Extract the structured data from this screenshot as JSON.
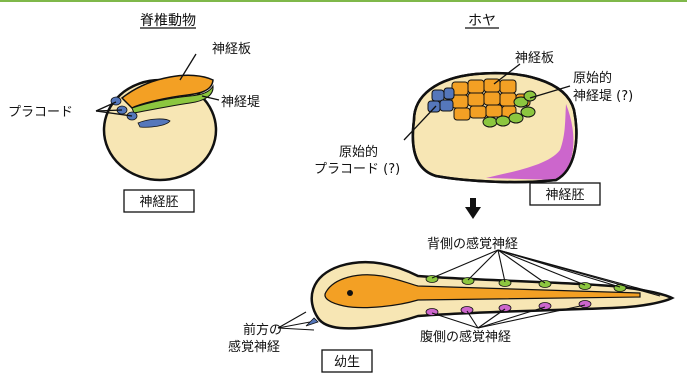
{
  "vertebrate": {
    "title": "脊椎動物",
    "neural_plate": "神経板",
    "neural_crest": "神経堤",
    "placode": "プラコード",
    "box": "神経胚"
  },
  "ascidian": {
    "title": "ホヤ",
    "neural_plate": "神経板",
    "proto_crest_line1": "原始的",
    "proto_crest_line2": "神経堤 (?)",
    "proto_placode_line1": "原始的",
    "proto_placode_line2": "プラコード (?)",
    "box": "神経胚"
  },
  "larva": {
    "dorsal": "背側の感覚神経",
    "ventral": "腹側の感覚神経",
    "anterior_line1": "前方の",
    "anterior_line2": "感覚神経",
    "box": "幼生"
  },
  "colors": {
    "embryo_fill": "#f7e6b4",
    "plate_orange": "#f3a024",
    "crest_green": "#8cc63f",
    "placode_blue": "#5577bb",
    "magenta": "#cc66cc"
  }
}
